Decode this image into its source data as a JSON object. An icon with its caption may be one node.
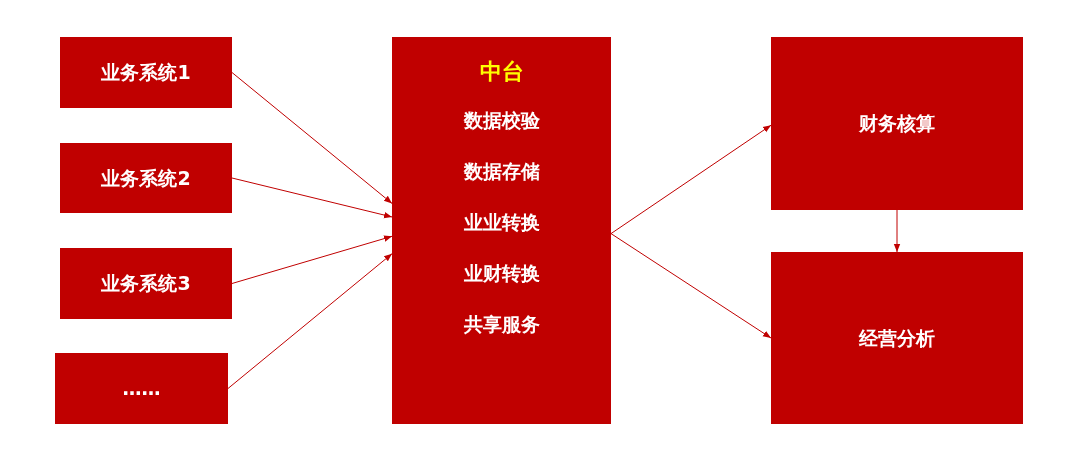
{
  "diagram": {
    "nodes": [
      {
        "text": [
          "业务系统1"
        ]
      },
      {
        "text": [
          "业务系统2"
        ]
      },
      {
        "text": [
          "业务系统3"
        ]
      },
      {
        "text": [
          "……"
        ]
      },
      {
        "text": [
          "中台",
          "数据校验",
          "数据存储",
          "业业转换",
          "业财转换",
          "共享服务"
        ]
      },
      {
        "text": [
          "财务核算"
        ]
      },
      {
        "text": [
          "经营分析"
        ]
      }
    ],
    "edges": [
      {
        "from": 0,
        "to": 4,
        "arrow": "to"
      },
      {
        "from": 1,
        "to": 4,
        "arrow": "to"
      },
      {
        "from": 2,
        "to": 4,
        "arrow": "to"
      },
      {
        "from": 3,
        "to": 4,
        "arrow": "to"
      },
      {
        "from": 4,
        "to": 5,
        "arrow": "to"
      },
      {
        "from": 4,
        "to": 6,
        "arrow": "to"
      },
      {
        "from": 5,
        "to": 6,
        "arrow": "to"
      }
    ]
  }
}
